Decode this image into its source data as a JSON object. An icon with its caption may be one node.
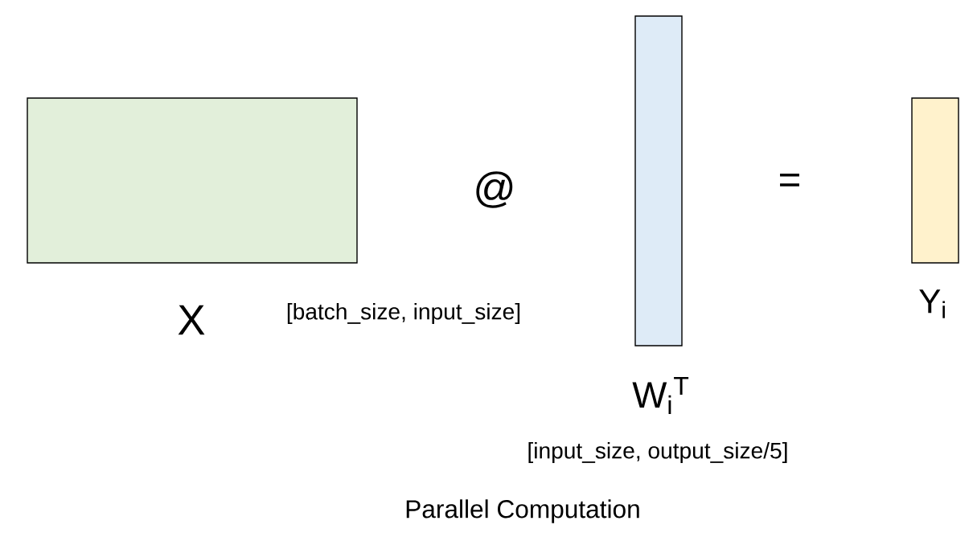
{
  "diagram": {
    "caption": "Parallel Computation",
    "nodes": [
      {
        "text": [],
        "shape": "box",
        "beside": [
          "X",
          "[batch_size, input_size]"
        ]
      },
      {
        "text": [],
        "shape": "box",
        "beside": [
          "W$_{i}$$^{T}$",
          "[input_size, output_size/5]"
        ]
      },
      {
        "text": [],
        "shape": "box",
        "beside": [
          "Y$_{i}$"
        ]
      }
    ],
    "labels": [
      "@",
      "="
    ]
  }
}
